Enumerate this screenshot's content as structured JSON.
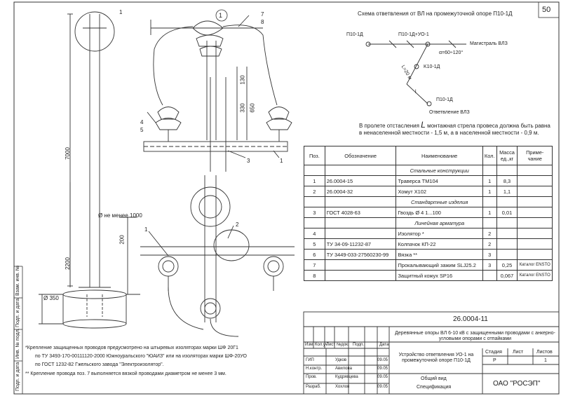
{
  "page_number": "50",
  "scheme_title": "Схема ответвления от ВЛ на промежуточной опоре П10-1Д",
  "scheme_labels": {
    "support_left": "П10-1Д",
    "support_main": "П10-1Д+УО-1",
    "mainline": "Магистраль ВЛЗ",
    "angle": "α=60÷120°",
    "length": "L=20 м",
    "k10": "K10-1Д",
    "p10_bottom": "П10-1Д",
    "branch": "Ответвление ВЛЗ",
    "l_mark": "l"
  },
  "scheme_note_prefix": "В пролете отстасления",
  "scheme_note_l": "L",
  "scheme_note_rest": "монтажная стрела провеса должна быть равна",
  "scheme_note_line2": "в ненаселенной местности - 1,5 м, а в населенной местности - 0,9 м.",
  "drawing_labels": {
    "circle_one": "1",
    "pos1": "1",
    "pos2": "2",
    "pos3": "3",
    "pos4": "4",
    "pos5": "5",
    "pos7": "7",
    "pos8": "8",
    "dim_7000": "7000",
    "dim_2200": "2200",
    "dim_200": "200",
    "dim_330": "330",
    "dim_650": "650",
    "dim_130": "130",
    "dia_1000": "Ø не менее 1000",
    "dia_350": "Ø 350"
  },
  "table": {
    "headers": [
      "Поз.",
      "Обозначение",
      "Наименование",
      "Кол.",
      "Масса ед.,кг",
      "Приме-чание"
    ],
    "sections": {
      "steel": "Стальные конструкции",
      "standard": "Стандартные изделия",
      "line": "Линейная арматура"
    },
    "rows_steel": [
      {
        "pos": "1",
        "code": "26.0004-15",
        "name": "Траверса ТМ104",
        "qty": "1",
        "mass": "8,3",
        "note": ""
      },
      {
        "pos": "2",
        "code": "26.0004-32",
        "name": "Хомут Х102",
        "qty": "1",
        "mass": "1,1",
        "note": ""
      }
    ],
    "rows_standard": [
      {
        "pos": "3",
        "code": "ГОСТ 4028-63",
        "name": "Гвоздь Ø 4 1...100",
        "qty": "1",
        "mass": "0,01",
        "note": ""
      }
    ],
    "rows_line": [
      {
        "pos": "4",
        "code": "",
        "name": "Изолятор *",
        "qty": "2",
        "mass": "",
        "note": ""
      },
      {
        "pos": "5",
        "code": "ТУ 34-09-11232-87",
        "name": "Колпачок КП-22",
        "qty": "2",
        "mass": "",
        "note": ""
      },
      {
        "pos": "6",
        "code": "ТУ 3449-033-27560230-99",
        "name": "Вязка **",
        "qty": "3",
        "mass": "",
        "note": ""
      },
      {
        "pos": "7",
        "code": "",
        "name": "Прокалывающий зажим SLJ25.2",
        "qty": "3",
        "mass": "0,25",
        "note": "Каталог ENSTO"
      },
      {
        "pos": "8",
        "code": "",
        "name": "Защитный кожух SP16",
        "qty": "",
        "mass": "0,067",
        "note": "Каталог ENSTO"
      }
    ]
  },
  "footnote1": "*Крепление защищенных проводов предусмотрено на штыревых изоляторах марки ШФ 20Г1",
  "footnote1b": "по ТУ 3493-170-00111120-2000 Южноуральского \"ЮАИЗ\" или на изоляторах марки ШФ-20УО",
  "footnote1c": "по ГОСТ 1232-82 Гжельского завода \"Электроизолятор\".",
  "footnote2": "** Крепление провода поз. 7 выполняется вязкой проводами диаметром не менее 3 мм.",
  "title_block": {
    "doc_code": "26.0004-11",
    "main_title": "Деревянные опоры ВЛ 6-10 кВ с защищенными проводами с анкерно-угловыми опорами с отпайками",
    "sheet_title": "Устройство ответвления УО-1 на промежуточной опоре П10-1Д",
    "stage_label": "Стадия",
    "sheet_label": "Лист",
    "sheets_label": "Листов",
    "stage": "Р",
    "sheets": "1",
    "sub_title1": "Общий вид",
    "sub_title2": "Спецификация",
    "company": "ОАО \"РОСЭП\"",
    "col_headers": [
      "Изм.",
      "Кол.уч",
      "Лист",
      "№док.",
      "Подп.",
      "Дата"
    ],
    "roles": [
      "ГИП",
      "Н.контр.",
      "Пров.",
      "Разраб."
    ],
    "names": [
      "Удков",
      "Авилова",
      "Кудрявцева",
      "Хохлов"
    ],
    "dates": [
      "09.05",
      "09.05",
      "09.05",
      "09.05"
    ]
  },
  "side_stamp": [
    "Взам. инв. №",
    "Подп. и дата",
    "Инв. № подл.",
    "Подп. и дата"
  ]
}
